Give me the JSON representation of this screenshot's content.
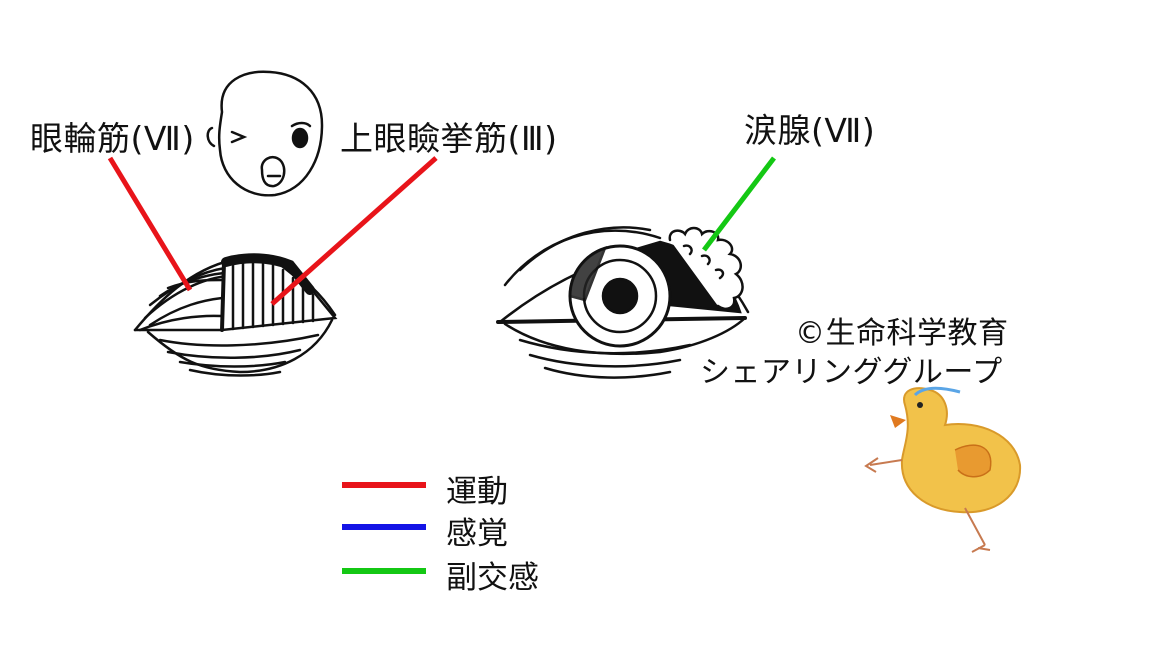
{
  "labels": {
    "orbicularis": "眼輪筋(Ⅶ)",
    "levator": "上眼瞼挙筋(Ⅲ)",
    "lacrimal": "涙腺(Ⅶ)"
  },
  "credit": {
    "line1": "©生命科学教育",
    "line2": "シェアリンググループ"
  },
  "legend": [
    {
      "label": "運動",
      "color": "#e8141a"
    },
    {
      "label": "感覚",
      "color": "#1414e6"
    },
    {
      "label": "副交感",
      "color": "#14c814"
    }
  ],
  "colors": {
    "motor": "#e8141a",
    "sensory": "#1414e6",
    "parasympathetic": "#14c814",
    "chick_body": "#f2c24a",
    "chick_wing": "#e89a30"
  }
}
